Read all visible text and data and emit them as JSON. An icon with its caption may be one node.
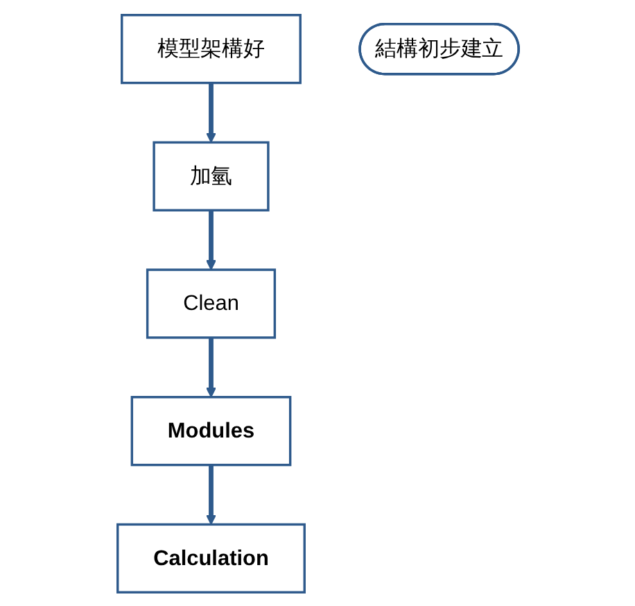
{
  "diagram": {
    "nodes": [
      {
        "text": [
          "模型架構好"
        ]
      },
      {
        "text": [
          "加氫"
        ]
      },
      {
        "text": [
          "Clean"
        ]
      },
      {
        "text": [
          "Modules"
        ]
      },
      {
        "text": [
          "Calculation"
        ]
      },
      {
        "text": [
          "結構初步建立"
        ]
      }
    ],
    "edges": [
      {
        "from": 0,
        "to": 1,
        "arrow": "to"
      },
      {
        "from": 1,
        "to": 2,
        "arrow": "to"
      },
      {
        "from": 2,
        "to": 3,
        "arrow": "to"
      },
      {
        "from": 3,
        "to": 4,
        "arrow": "to"
      }
    ]
  }
}
